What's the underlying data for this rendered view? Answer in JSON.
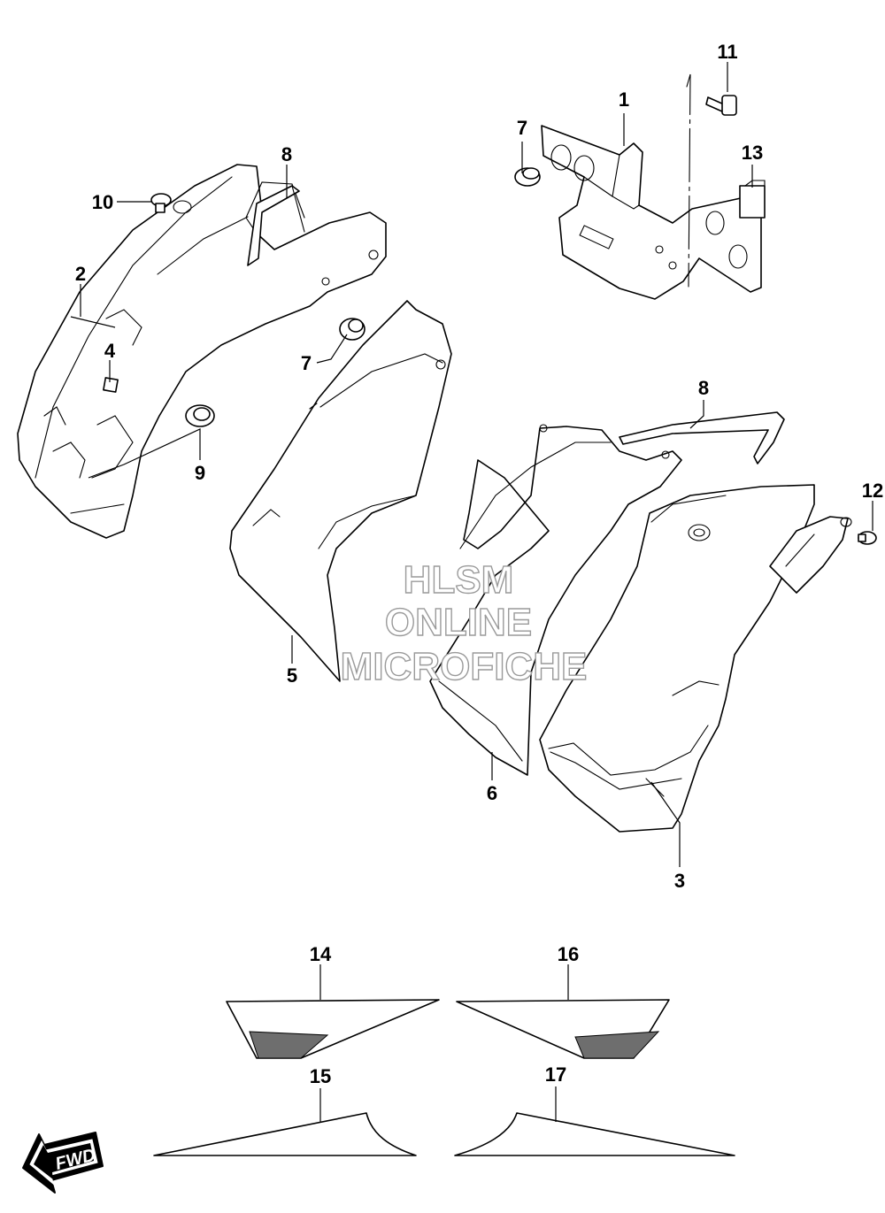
{
  "callouts": {
    "c1": "1",
    "c2": "2",
    "c3": "3",
    "c4": "4",
    "c5": "5",
    "c6": "6",
    "c7a": "7",
    "c7b": "7",
    "c8a": "8",
    "c8b": "8",
    "c9": "9",
    "c10": "10",
    "c11": "11",
    "c12": "12",
    "c13": "13",
    "c14": "14",
    "c15": "15",
    "c16": "16",
    "c17": "17"
  },
  "watermark": {
    "line1": "HLSM",
    "line2": "ONLINE",
    "line3": "MICROFICHE"
  },
  "fwd_label": "FWD"
}
